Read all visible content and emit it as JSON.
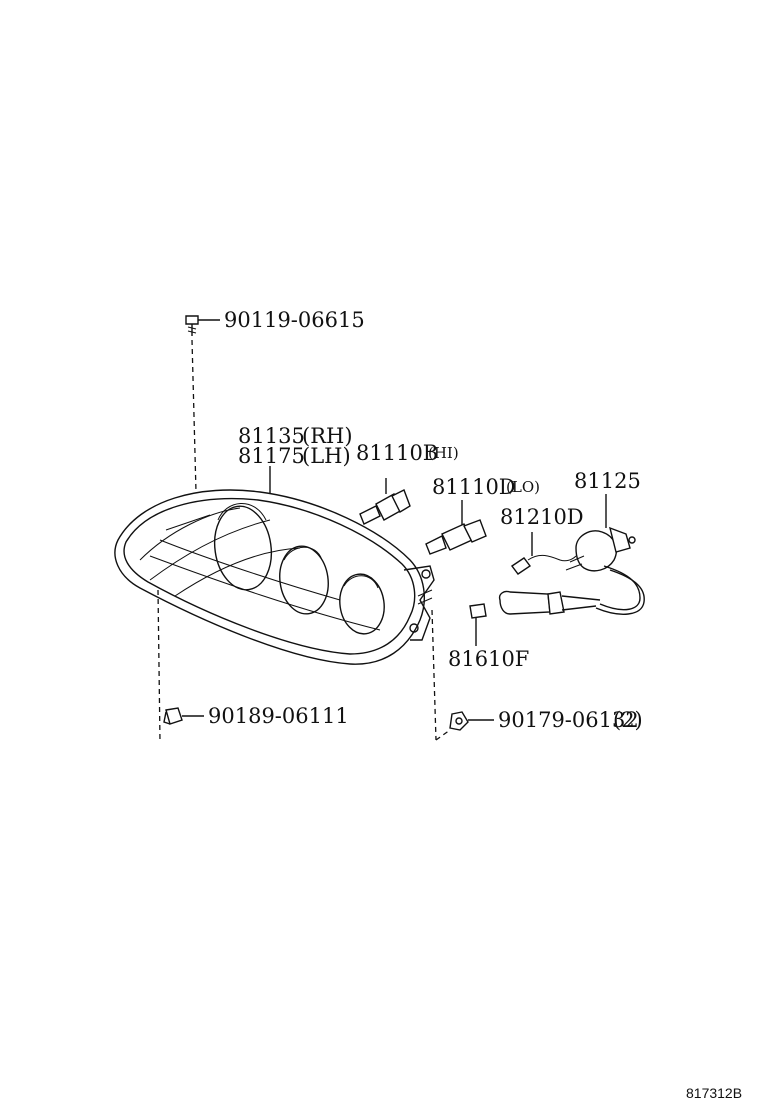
{
  "parts": {
    "bolt": {
      "number": "90119-06615"
    },
    "lens_rh": {
      "number": "81135",
      "side": "(RH)"
    },
    "lens_lh": {
      "number": "81175",
      "side": "(LH)"
    },
    "bulb_hi": {
      "number": "81110B",
      "note": "(HI)"
    },
    "bulb_lo": {
      "number": "81110D",
      "note": "(LO)"
    },
    "socket": {
      "number": "81125"
    },
    "bulb_small": {
      "number": "81210D"
    },
    "bulb_side": {
      "number": "81610F"
    },
    "clip": {
      "number": "90189-06111"
    },
    "nut": {
      "number": "90179-06132",
      "qty": "(2)"
    }
  },
  "diagram_ref": "817312B"
}
